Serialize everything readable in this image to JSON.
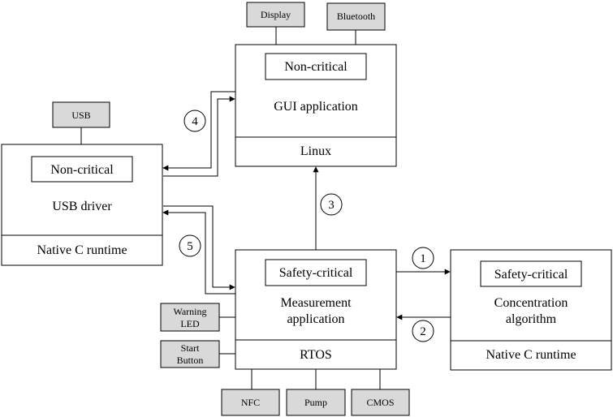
{
  "colors": {
    "box_fill": "#ffffff",
    "peripheral_fill": "#d9d9d9",
    "stroke": "#000000"
  },
  "gui": {
    "tag": "Non-critical",
    "title": "GUI application",
    "os": "Linux"
  },
  "usb_driver": {
    "tag": "Non-critical",
    "title": "USB driver",
    "runtime": "Native C runtime"
  },
  "measurement": {
    "tag": "Safety-critical",
    "title_line1": "Measurement",
    "title_line2": "application",
    "os": "RTOS"
  },
  "concentration": {
    "tag": "Safety-critical",
    "title_line1": "Concentration",
    "title_line2": "algorithm",
    "runtime": "Native C runtime"
  },
  "peripherals": {
    "display": "Display",
    "bluetooth": "Bluetooth",
    "usb": "USB",
    "warning_led_line1": "Warning",
    "warning_led_line2": "LED",
    "start_button_line1": "Start",
    "start_button_line2": "Button",
    "nfc": "NFC",
    "pump": "Pump",
    "cmos": "CMOS"
  },
  "steps": {
    "s1": "1",
    "s2": "2",
    "s3": "3",
    "s4": "4",
    "s5": "5"
  }
}
